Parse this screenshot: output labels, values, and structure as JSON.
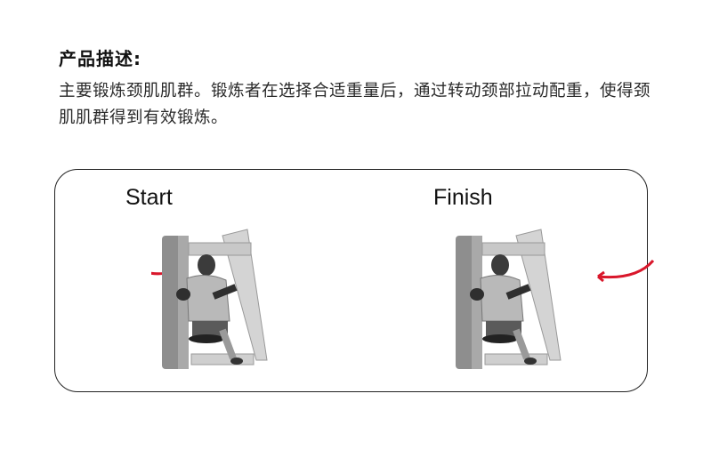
{
  "section": {
    "title": "产品描述:",
    "description": "主要锻炼颈肌肌群。锻炼者在选择合适重量后，通过转动颈部拉动配重，使得颈肌肌群得到有效锻炼。"
  },
  "diagram": {
    "start_label": "Start",
    "finish_label": "Finish",
    "arrow_color": "#d9172b",
    "machine_color": "#9a9a9a"
  }
}
